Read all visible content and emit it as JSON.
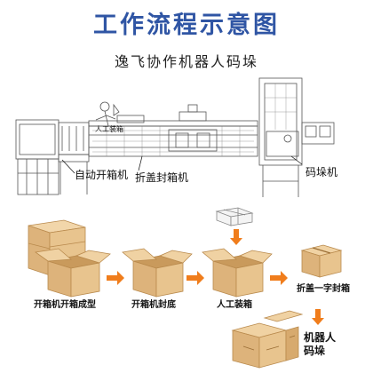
{
  "header": {
    "title": "工作流程示意图",
    "subtitle": "逸飞协作机器人码垛"
  },
  "machine": {
    "label_manual_packing": "人工装箱",
    "label_auto_erector": "自动开箱机",
    "label_folding_sealer": "折盖封箱机",
    "label_palletizer": "码垛机"
  },
  "flow": {
    "step1_label": "开箱机开箱成型",
    "step2_label": "开箱机封底",
    "step3_label": "人工装箱",
    "step4_label": "折盖一字封箱",
    "step5_label_line1": "机器人",
    "step5_label_line2": "码垛"
  },
  "colors": {
    "title_blue": "#2f55a4",
    "arrow_orange": "#f07d1c",
    "box_kraft": "#e9c48f",
    "box_kraft_dark": "#d9ab6a",
    "line_gray": "#555555"
  }
}
